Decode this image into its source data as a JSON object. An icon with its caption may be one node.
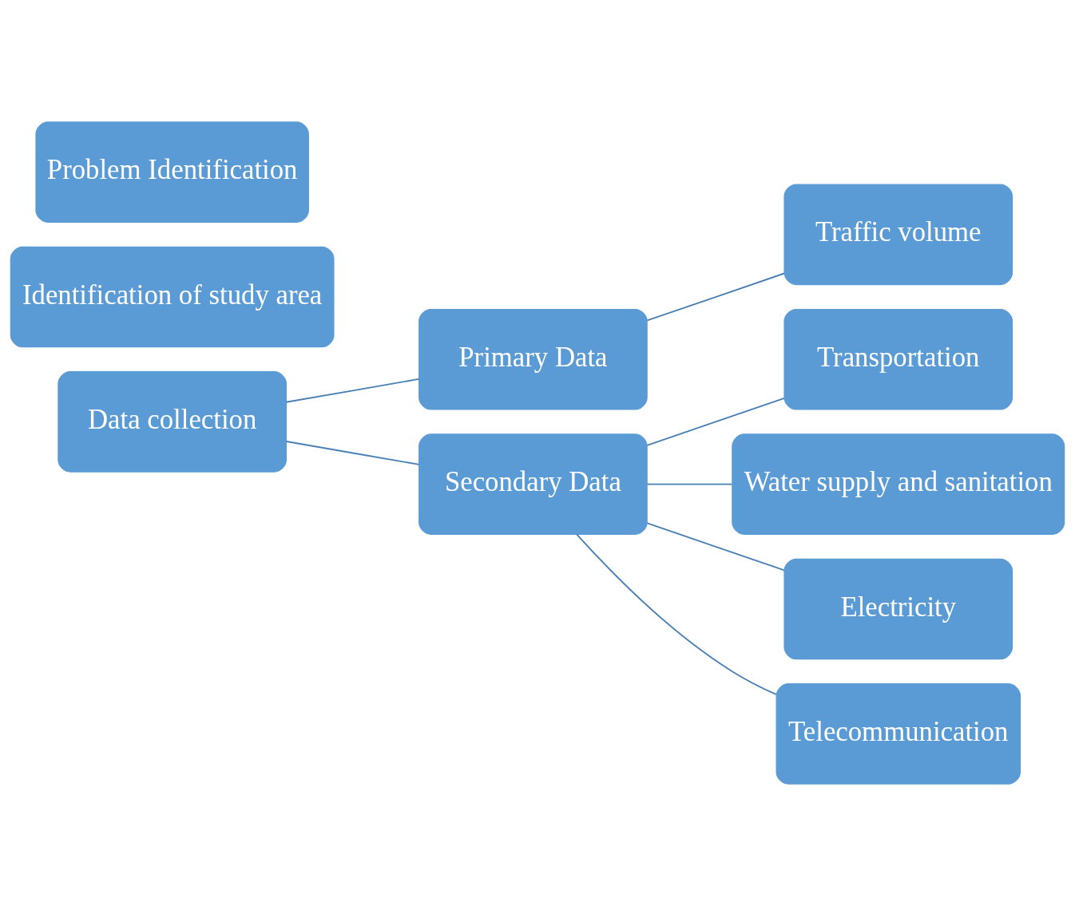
{
  "diagram": {
    "nodes": [
      {
        "text": [
          "Problem Identification"
        ]
      },
      {
        "text": [
          "Identification of study area"
        ]
      },
      {
        "text": [
          "Data collection"
        ]
      },
      {
        "text": [
          "Primary Data"
        ]
      },
      {
        "text": [
          "Secondary Data"
        ]
      },
      {
        "text": [
          "Traffic volume"
        ]
      },
      {
        "text": [
          "Transportation"
        ]
      },
      {
        "text": [
          "Water supply and sanitation"
        ]
      },
      {
        "text": [
          "Electricity"
        ]
      },
      {
        "text": [
          "Telecommunication"
        ]
      }
    ],
    "edges": [
      {
        "from": 2,
        "to": 3,
        "arrow": "none"
      },
      {
        "from": 2,
        "to": 4,
        "arrow": "none"
      },
      {
        "from": 3,
        "to": 5,
        "arrow": "none"
      },
      {
        "from": 4,
        "to": 6,
        "arrow": "none"
      },
      {
        "from": 4,
        "to": 7,
        "arrow": "none"
      },
      {
        "from": 4,
        "to": 8,
        "arrow": "none"
      },
      {
        "from": 4,
        "to": 9,
        "arrow": "none"
      }
    ]
  }
}
